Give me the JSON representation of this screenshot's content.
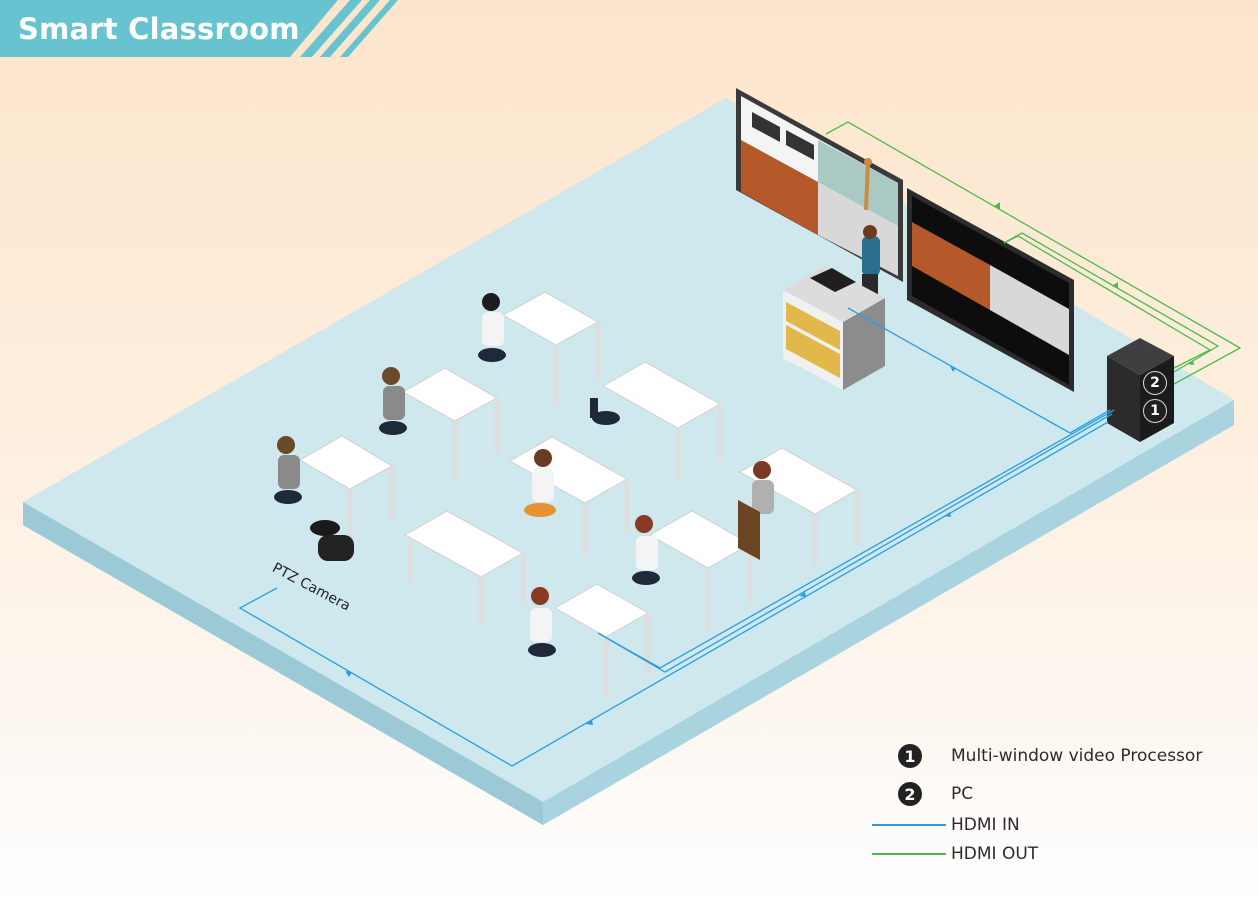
{
  "header": {
    "title": "Smart Classroom",
    "banner_color": "#67c3cf"
  },
  "diagram": {
    "camera_label": "PTZ Camera",
    "processor_badges": [
      "2",
      "1"
    ]
  },
  "legend": {
    "items": [
      {
        "badge": "1",
        "label": "Multi-window video Processor"
      },
      {
        "badge": "2",
        "label": "PC"
      }
    ],
    "lines": [
      {
        "label": "HDMI IN",
        "color": "#2a9ee0"
      },
      {
        "label": "HDMI OUT",
        "color": "#4cbb4c"
      }
    ]
  },
  "colors": {
    "floor_top": "#cfe8ee",
    "floor_side": "#a9d3df",
    "hdmi_in": "#2a9ee0",
    "hdmi_out": "#4cbb4c"
  }
}
